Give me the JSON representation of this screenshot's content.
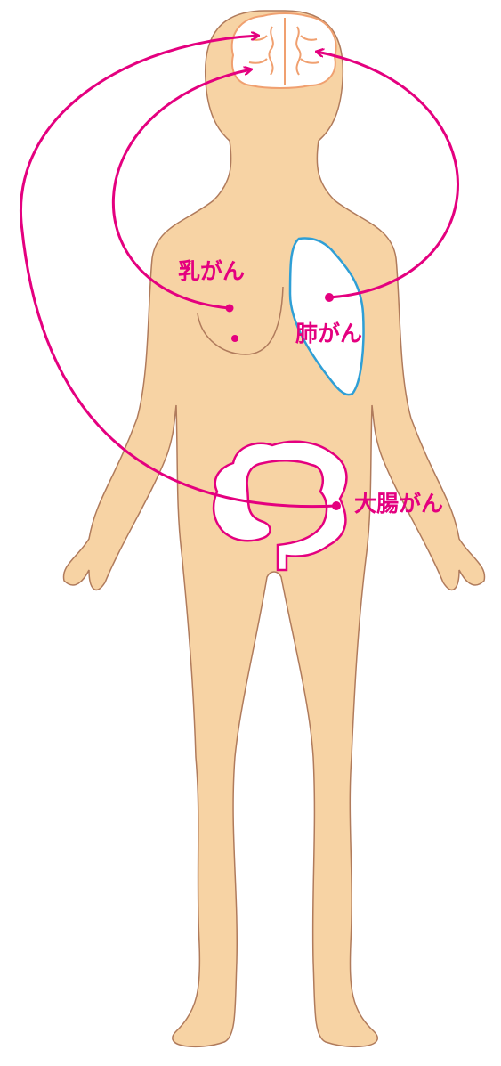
{
  "colors": {
    "skin": "#f7d3a4",
    "outline": "#b07b5c",
    "accent": "#e4007f",
    "lung_outline": "#2f9fd6",
    "brain_line": "#f0a070"
  },
  "labels": {
    "breast": "乳がん",
    "lung": "肺がん",
    "colon": "大腸がん"
  }
}
